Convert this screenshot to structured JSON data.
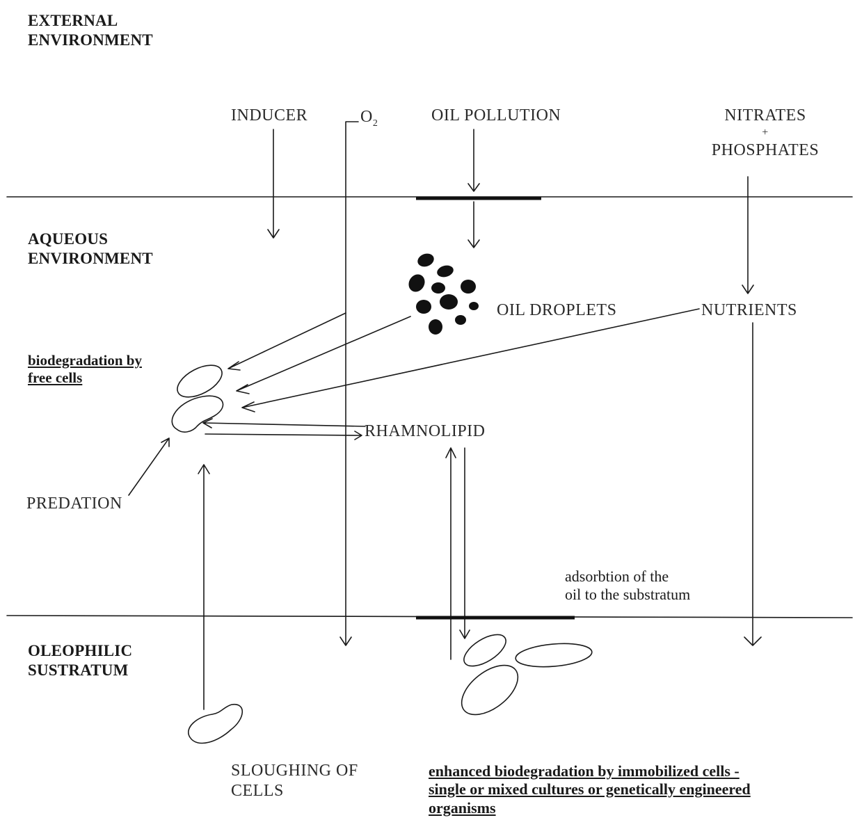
{
  "sections": {
    "external": [
      "EXTERNAL",
      "ENVIRONMENT"
    ],
    "aqueous": [
      "AQUEOUS",
      "ENVIRONMENT"
    ],
    "oleophilic": [
      "OLEOPHILIC",
      "SUSTRATUM"
    ]
  },
  "inputs": {
    "inducer": "INDUCER",
    "oxygen": "O",
    "oxygen_sub": "2",
    "oil_pollution": "OIL POLLUTION",
    "nitrates": "NITRATES",
    "plus": "+",
    "phosphates": "PHOSPHATES"
  },
  "labels": {
    "oil_droplets": "OIL DROPLETS",
    "nutrients": "NUTRIENTS",
    "free_cells": [
      "biodegradation by",
      "free cells"
    ],
    "rhamnolipid": "RHAMNOLIPID",
    "predation": "PREDATION",
    "adsorption": [
      "adsorbtion of the",
      "oil to the substratum"
    ],
    "sloughing": [
      "SLOUGHING OF",
      "CELLS"
    ],
    "enhanced": [
      "enhanced biodegradation by immobilized cells -",
      "single or mixed cultures or genetically engineered",
      "organisms"
    ]
  },
  "colors": {
    "ink": "#1a1a1a",
    "background": "#ffffff"
  }
}
